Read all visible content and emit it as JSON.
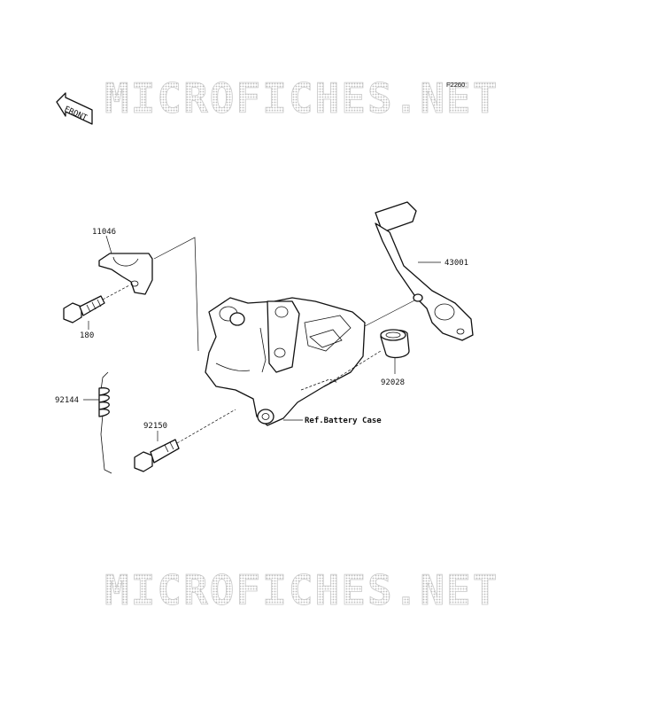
{
  "diagram": {
    "code": "F2260",
    "watermark": "MICROFICHES.NET",
    "front_label": "FRONT",
    "reference": "Ref.Battery Case",
    "parts": [
      {
        "id": "11046"
      },
      {
        "id": "180"
      },
      {
        "id": "92144"
      },
      {
        "id": "92150"
      },
      {
        "id": "43001"
      },
      {
        "id": "92028"
      }
    ]
  }
}
